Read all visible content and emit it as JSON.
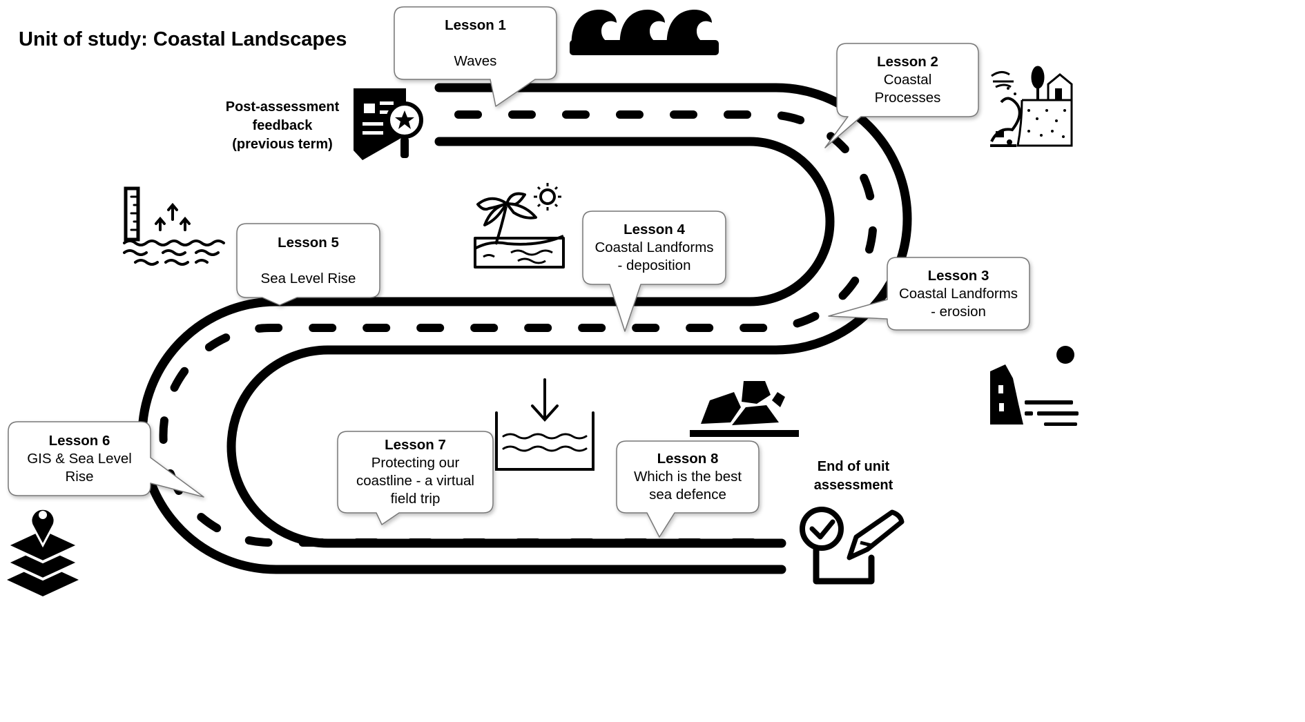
{
  "title": "Unit of study: Coastal Landscapes",
  "start_note": "Post-assessment\nfeedback\n(previous term)",
  "end_note": "End of unit\nassessment",
  "lessons": [
    {
      "heading": "Lesson 1",
      "topic": "Waves"
    },
    {
      "heading": "Lesson 2",
      "topic": "Coastal\nProcesses"
    },
    {
      "heading": "Lesson 3",
      "topic": "Coastal Landforms\n- erosion"
    },
    {
      "heading": "Lesson 4",
      "topic": "Coastal Landforms\n- deposition"
    },
    {
      "heading": "Lesson 5",
      "topic": "Sea Level Rise"
    },
    {
      "heading": "Lesson 6",
      "topic": "GIS & Sea Level\nRise"
    },
    {
      "heading": "Lesson 7",
      "topic": "Protecting our\ncoastline - a virtual\nfield trip"
    },
    {
      "heading": "Lesson 8",
      "topic": "Which is the best\nsea defence"
    }
  ],
  "icons": [
    "waves-icon",
    "feedback-document-icon",
    "coastal-erosion-icon",
    "sea-level-rise-icon",
    "beach-icon",
    "cliff-icon",
    "gis-layers-icon",
    "tank-icon",
    "rocks-icon",
    "assessment-icon"
  ]
}
